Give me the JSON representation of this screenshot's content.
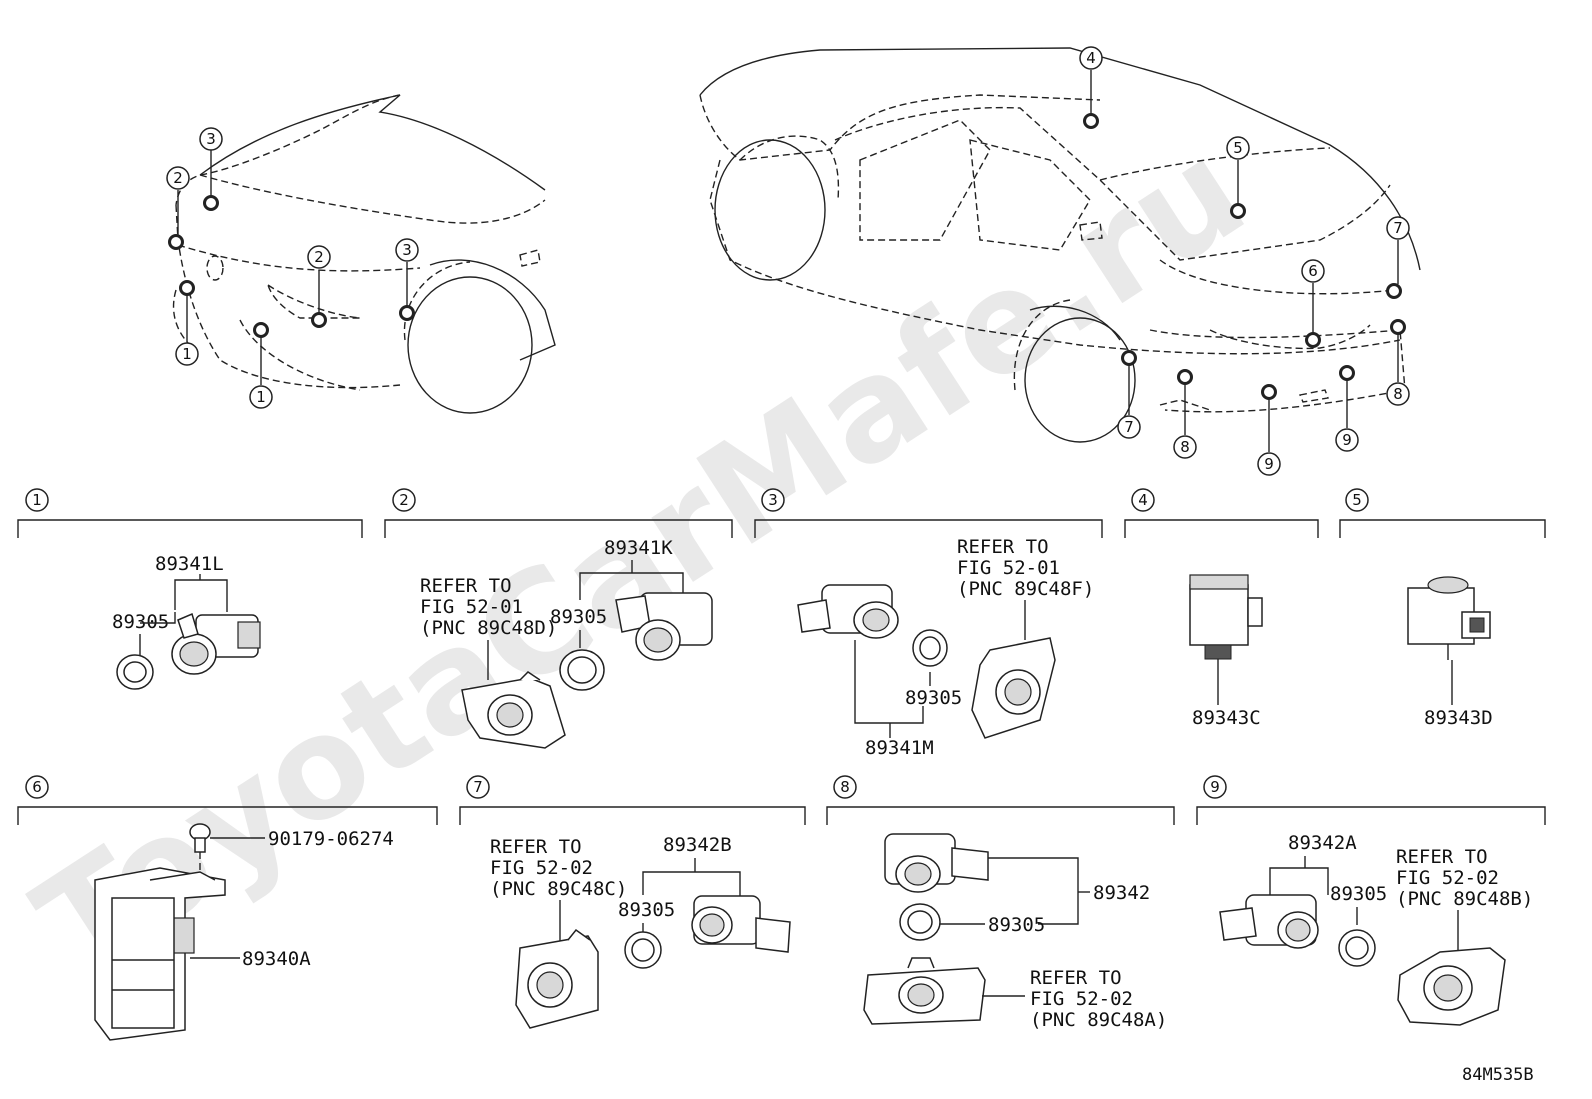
{
  "watermark": "ToyotaCarMafe.ru",
  "diagram_code": "84M535B",
  "callout_numbers": [
    "1",
    "2",
    "3",
    "4",
    "5",
    "6",
    "7",
    "8",
    "9"
  ],
  "sections": [
    {
      "num": "1",
      "parts": [
        "89341L",
        "89305"
      ]
    },
    {
      "num": "2",
      "parts": [
        "89341K",
        "89305"
      ],
      "refer": [
        "REFER TO",
        "FIG 52-01",
        "(PNC 89C48D)"
      ]
    },
    {
      "num": "3",
      "parts": [
        "89305",
        "89341M"
      ],
      "refer": [
        "REFER TO",
        "FIG 52-01",
        "(PNC 89C48F)"
      ]
    },
    {
      "num": "4",
      "parts": [
        "89343C"
      ]
    },
    {
      "num": "5",
      "parts": [
        "89343D"
      ]
    },
    {
      "num": "6",
      "parts": [
        "90179-06274",
        "89340A"
      ]
    },
    {
      "num": "7",
      "parts": [
        "89342B",
        "89305"
      ],
      "refer": [
        "REFER TO",
        "FIG 52-02",
        "(PNC 89C48C)"
      ]
    },
    {
      "num": "8",
      "parts": [
        "89342",
        "89305"
      ],
      "refer": [
        "REFER TO",
        "FIG 52-02",
        "(PNC 89C48A)"
      ]
    },
    {
      "num": "9",
      "parts": [
        "89342A",
        "89305"
      ],
      "refer": [
        "REFER TO",
        "FIG 52-02",
        "(PNC 89C48B)"
      ]
    }
  ]
}
